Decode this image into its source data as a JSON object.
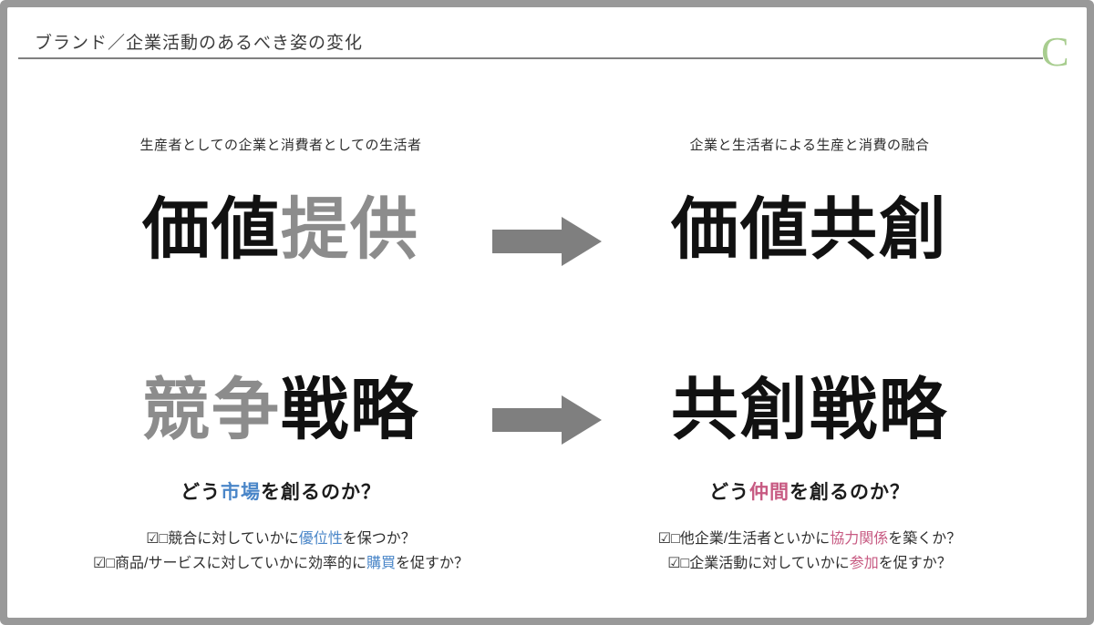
{
  "slide": {
    "title": "ブランド／企業活動のあるべき姿の変化",
    "logo_letter": "C"
  },
  "left": {
    "caption": "生産者としての企業と消費者としての生活者",
    "h1": {
      "black": "価値",
      "gray": "提供"
    },
    "h2": {
      "gray": "競争",
      "black": "戦略"
    },
    "sub": {
      "pre": "どう",
      "hl": "市場",
      "post": "を創るのか？"
    },
    "bullets": [
      {
        "prefix": "☑□",
        "pre": "競合に対していかに",
        "hl": "優位性",
        "post": "を保つか？"
      },
      {
        "prefix": "☑□",
        "pre": "商品/サービスに対していかに効率的に",
        "hl": "購買",
        "post": "を促すか？"
      }
    ]
  },
  "right": {
    "caption": "企業と生活者による生産と消費の融合",
    "h1": "価値共創",
    "h2": "共創戦略",
    "sub": {
      "pre": "どう",
      "hl": "仲間",
      "post": "を創るのか？"
    },
    "bullets": [
      {
        "prefix": "☑□",
        "pre": "他企業/生活者といかに",
        "hl": "協力関係",
        "post": "を築くか？"
      },
      {
        "prefix": "☑□",
        "pre": "企業活動に対していかに",
        "hl": "参加",
        "post": "を促すか？"
      }
    ]
  },
  "colors": {
    "accent_blue": "#4a86c8",
    "accent_pink": "#c75a82",
    "muted_gray": "#8c8c8c",
    "arrow_gray": "#7f7f7f",
    "logo_green": "#a8cd8f",
    "frame_gray": "#999999"
  }
}
